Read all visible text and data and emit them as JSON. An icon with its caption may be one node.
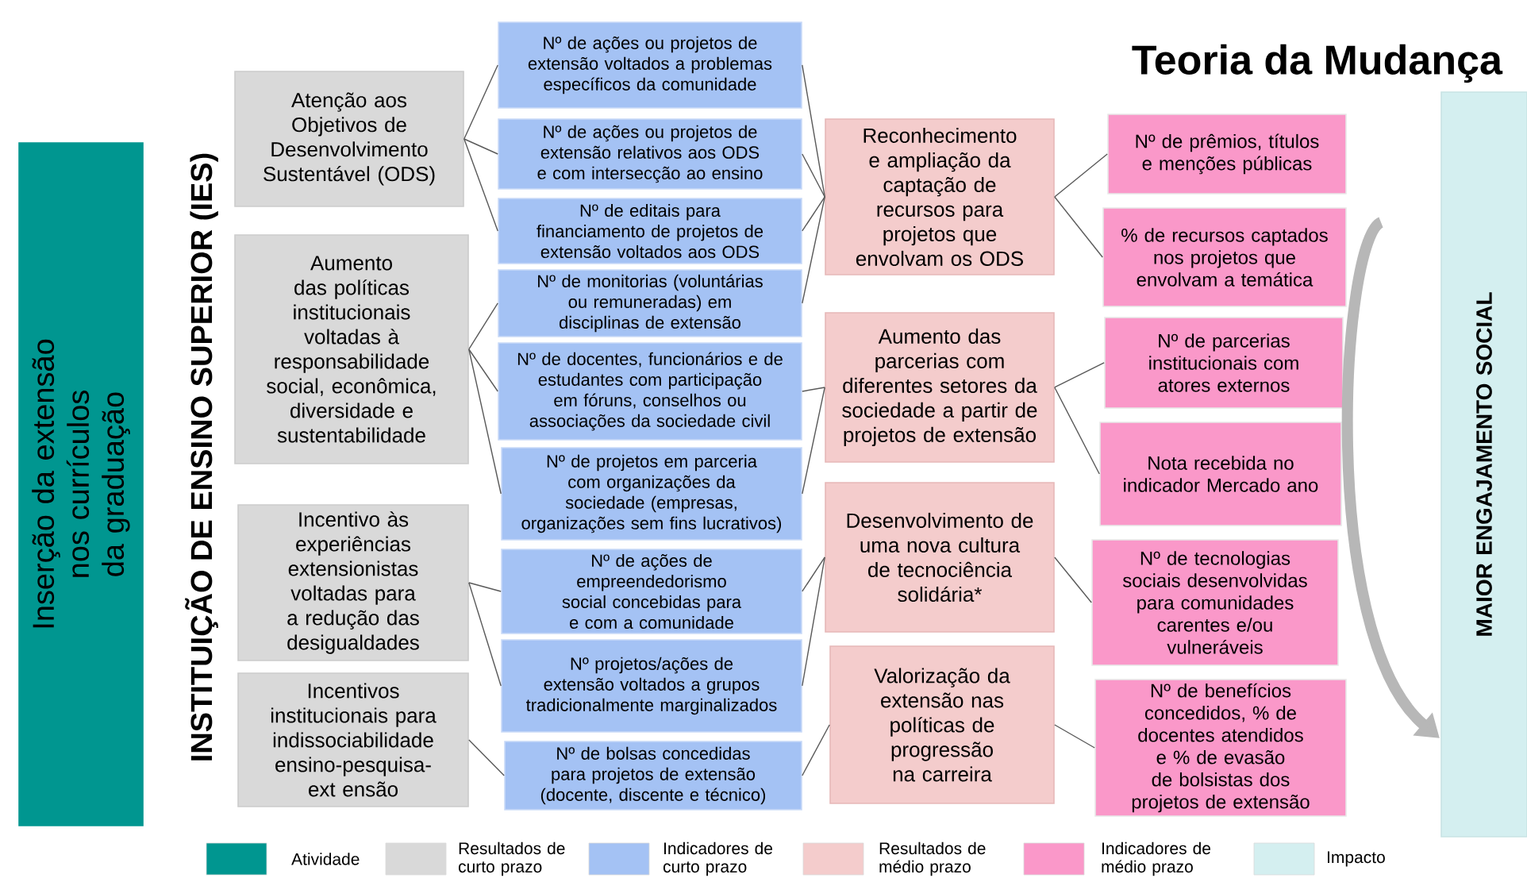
{
  "diagram": {
    "title": "Teoria da Mudança",
    "nodes": [
      {
        "text": [
          "Inserção da extensão nos currículos da graduação"
        ]
      },
      {
        "text": [
          "Atenção aos Objetivos de Desenvolvimento Sustentável (ODS)"
        ]
      },
      {
        "text": [
          "Aumento das políticas institucionais voltadas à responsabilidade social, econômica, diversidade e sustentabilidade"
        ]
      },
      {
        "text": [
          "Incentivo às experiências extensionistas voltadas para a redução das desigualdades"
        ]
      },
      {
        "text": [
          "Incentivos institucionais para indissociabilidade ensino-pesquisa-ext ensão"
        ]
      },
      {
        "text": [
          "Nº de ações ou projetos de extensão voltados a problemas específicos da comunidade"
        ]
      },
      {
        "text": [
          "Nº de ações ou projetos de extensão relativos aos ODS e com intersecção ao ensino"
        ]
      },
      {
        "text": [
          "Nº de editais para financiamento de projetos de extensão voltados aos ODS"
        ]
      },
      {
        "text": [
          "Nº de monitorias (voluntárias ou remuneradas) em disciplinas de extensão"
        ]
      },
      {
        "text": [
          "Nº de docentes, funcionários e de estudantes com participação em fóruns, conselhos ou associações da sociedade civil"
        ]
      },
      {
        "text": [
          "Nº de projetos em parceria com organizações da sociedade (empresas, organizações sem fins lucrativos)"
        ]
      },
      {
        "text": [
          "Nº de ações de empreendedorismo social concebidas para e com a comunidade"
        ]
      },
      {
        "text": [
          "Nº projetos/ações de extensão voltados a grupos tradicionalmente marginalizados"
        ]
      },
      {
        "text": [
          "Nº de bolsas concedidas para projetos de extensão (docente, discente e técnico)"
        ]
      },
      {
        "text": [
          "Reconhecimento e ampliação da captação de recursos para projetos que envolvam os ODS"
        ]
      },
      {
        "text": [
          "Aumento das parcerias com diferentes setores da sociedade a partir de projetos de extensão"
        ]
      },
      {
        "text": [
          "Desenvolvimento de uma nova cultura de tecnociência solidária*"
        ]
      },
      {
        "text": [
          "Valorização da extensão nas políticas de progressão na carreira"
        ]
      },
      {
        "text": [
          "Nº de prêmios, títulos e menções públicas"
        ]
      },
      {
        "text": [
          "% de recursos captados nos projetos que envolvam a temática"
        ]
      },
      {
        "text": [
          "Nº de parcerias institucionais com atores externos"
        ]
      },
      {
        "text": [
          "Nota recebida no indicador Mercado ano"
        ]
      },
      {
        "text": [
          "Nº de tecnologias sociais desenvolvidas para comunidades carentes e/ou vulneráveis"
        ]
      },
      {
        "text": [
          "Nº de benefícios concedidos, % de docentes atendidos e % de evasão de bolsistas dos projetos de extensão"
        ]
      },
      {
        "text": [
          "MAIOR ENGAJAMENTO SOCIAL"
        ]
      }
    ],
    "edges": [
      {
        "from": 1,
        "to": 5,
        "arrow": "none"
      },
      {
        "from": 1,
        "to": 6,
        "arrow": "none"
      },
      {
        "from": 1,
        "to": 7,
        "arrow": "none"
      },
      {
        "from": 2,
        "to": 8,
        "arrow": "none"
      },
      {
        "from": 2,
        "to": 9,
        "arrow": "none"
      },
      {
        "from": 2,
        "to": 10,
        "arrow": "none"
      },
      {
        "from": 3,
        "to": 11,
        "arrow": "none"
      },
      {
        "from": 3,
        "to": 12,
        "arrow": "none"
      },
      {
        "from": 4,
        "to": 13,
        "arrow": "none"
      },
      {
        "from": 5,
        "to": 14,
        "arrow": "none"
      },
      {
        "from": 6,
        "to": 14,
        "arrow": "none"
      },
      {
        "from": 7,
        "to": 14,
        "arrow": "none"
      },
      {
        "from": 8,
        "to": 14,
        "arrow": "none"
      },
      {
        "from": 9,
        "to": 15,
        "arrow": "none"
      },
      {
        "from": 10,
        "to": 15,
        "arrow": "none"
      },
      {
        "from": 11,
        "to": 16,
        "arrow": "none"
      },
      {
        "from": 12,
        "to": 16,
        "arrow": "none"
      },
      {
        "from": 13,
        "to": 17,
        "arrow": "none"
      },
      {
        "from": 14,
        "to": 18,
        "arrow": "none"
      },
      {
        "from": 14,
        "to": 19,
        "arrow": "none"
      },
      {
        "from": 15,
        "to": 20,
        "arrow": "none"
      },
      {
        "from": 15,
        "to": 21,
        "arrow": "none"
      },
      {
        "from": 16,
        "to": 22,
        "arrow": "none"
      },
      {
        "from": 17,
        "to": 23,
        "arrow": "none"
      },
      {
        "from": null,
        "to": 24,
        "arrow": "to",
        "style": "thick",
        "color": "#b7b7b7"
      }
    ],
    "labels": [
      "INSTITUIÇÃO DE ENSINO SUPERIOR (IES)"
    ],
    "legend": [
      {
        "text": "Atividade",
        "color": "#009690"
      },
      {
        "text": "Resultados de curto prazo",
        "color": "#d9d9d9"
      },
      {
        "text": "Indicadores de curto prazo",
        "color": "#a4c2f4"
      },
      {
        "text": "Resultados de médio prazo",
        "color": "#f4cccc"
      },
      {
        "text": "Indicadores de médio prazo",
        "color": "#fa98c9"
      },
      {
        "text": "Impacto",
        "color": "#d4eff0"
      }
    ]
  }
}
